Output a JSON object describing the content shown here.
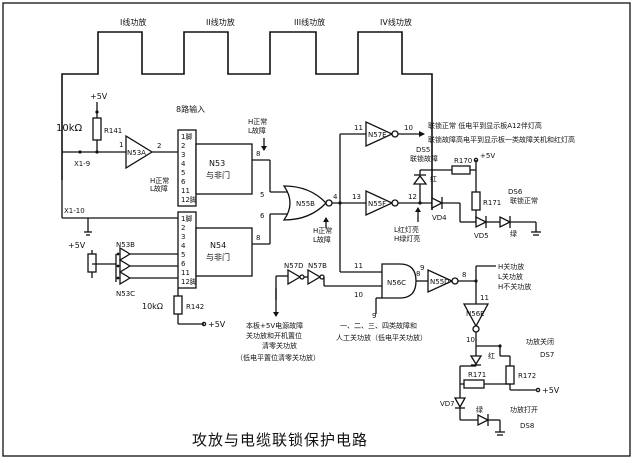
{
  "title": "攻放与电缆联锁保护电路",
  "pulses": [
    "I线功放",
    "II线功放",
    "III线功放",
    "IV线功放"
  ],
  "supply": {
    "vcc": "+5V"
  },
  "left": {
    "r141": "10kΩ",
    "r141_name": "R141",
    "x_top": "X1-9",
    "x_bottom": "X1-10",
    "n53a": "N53A",
    "n53a_pins": [
      "1",
      "2"
    ],
    "n53a_out_text": [
      "H正常",
      "L故障"
    ],
    "n53b": "N53B",
    "n53c": "N53C",
    "r142": "R142",
    "r142_val": "10kΩ"
  },
  "gate_top": {
    "header": "8路输入",
    "name": "N53",
    "func": "与非门",
    "pins_left": [
      "1脚",
      "2",
      "3",
      "4",
      "5",
      "6",
      "11",
      "12脚"
    ],
    "out_pin": "8",
    "out_text": [
      "H正常",
      "L故障"
    ]
  },
  "gate_bottom": {
    "name": "N54",
    "func": "与非门",
    "pins_left": [
      "1脚",
      "2",
      "3",
      "4",
      "5",
      "6",
      "11",
      "12脚"
    ],
    "out_pin": "8"
  },
  "or_gate": {
    "name": "N55B",
    "pin_in_top": "5",
    "pin_in_bottom": "6",
    "pin_out": "4",
    "out_text": [
      "H正常",
      "L故障"
    ]
  },
  "n57e": {
    "name": "N57E",
    "pin_in": "11",
    "pin_out": "10",
    "label": "联锁正常 低电平到显示板A12伴灯高"
  },
  "n55f_label": "联锁故障高电平到显示板一类故障关机和红灯高",
  "n55f": {
    "name": "N55F",
    "pin_in": "13",
    "pin_out": "12",
    "text": [
      "L红灯亮",
      "H绿灯亮"
    ]
  },
  "ds5": {
    "name": "DS5",
    "label": "联锁故障",
    "color": "红"
  },
  "r170": "R170",
  "r171": "R171",
  "vd4": "VD4",
  "vd5": "VD5",
  "ds6": {
    "name": "DS6",
    "label": "联锁正常",
    "color": "绿"
  },
  "n57d": "N57D",
  "n57b": "N57B",
  "n56c": {
    "name": "N56C",
    "pin_a": "11",
    "pin_b": "10",
    "pin_c": "9",
    "pin_out": "8"
  },
  "n55d": {
    "name": "N55D",
    "pin_in": "9",
    "pin_out": "8"
  },
  "power_text": [
    "H关功放",
    "L关功放",
    "H不关功放"
  ],
  "n56e": {
    "name": "N56E",
    "pin_in": "11",
    "pin_out": "10"
  },
  "note_left": [
    "本板+5V电源故障",
    "关功放和开机置位",
    "清零关功放",
    "（低电平置位清零关功放）"
  ],
  "note_right": [
    "一、二、三、四类故障和",
    "人工关功放（低电平关功放）"
  ],
  "bottom": {
    "vcc": "+5V",
    "r171": "R171",
    "r172": "R172",
    "ds7": {
      "name": "DS7",
      "label": "功放关闭",
      "color": "红"
    },
    "ds8": {
      "name": "DS8",
      "label": "功放打开",
      "color": "绿"
    },
    "vd7": "VD7"
  }
}
